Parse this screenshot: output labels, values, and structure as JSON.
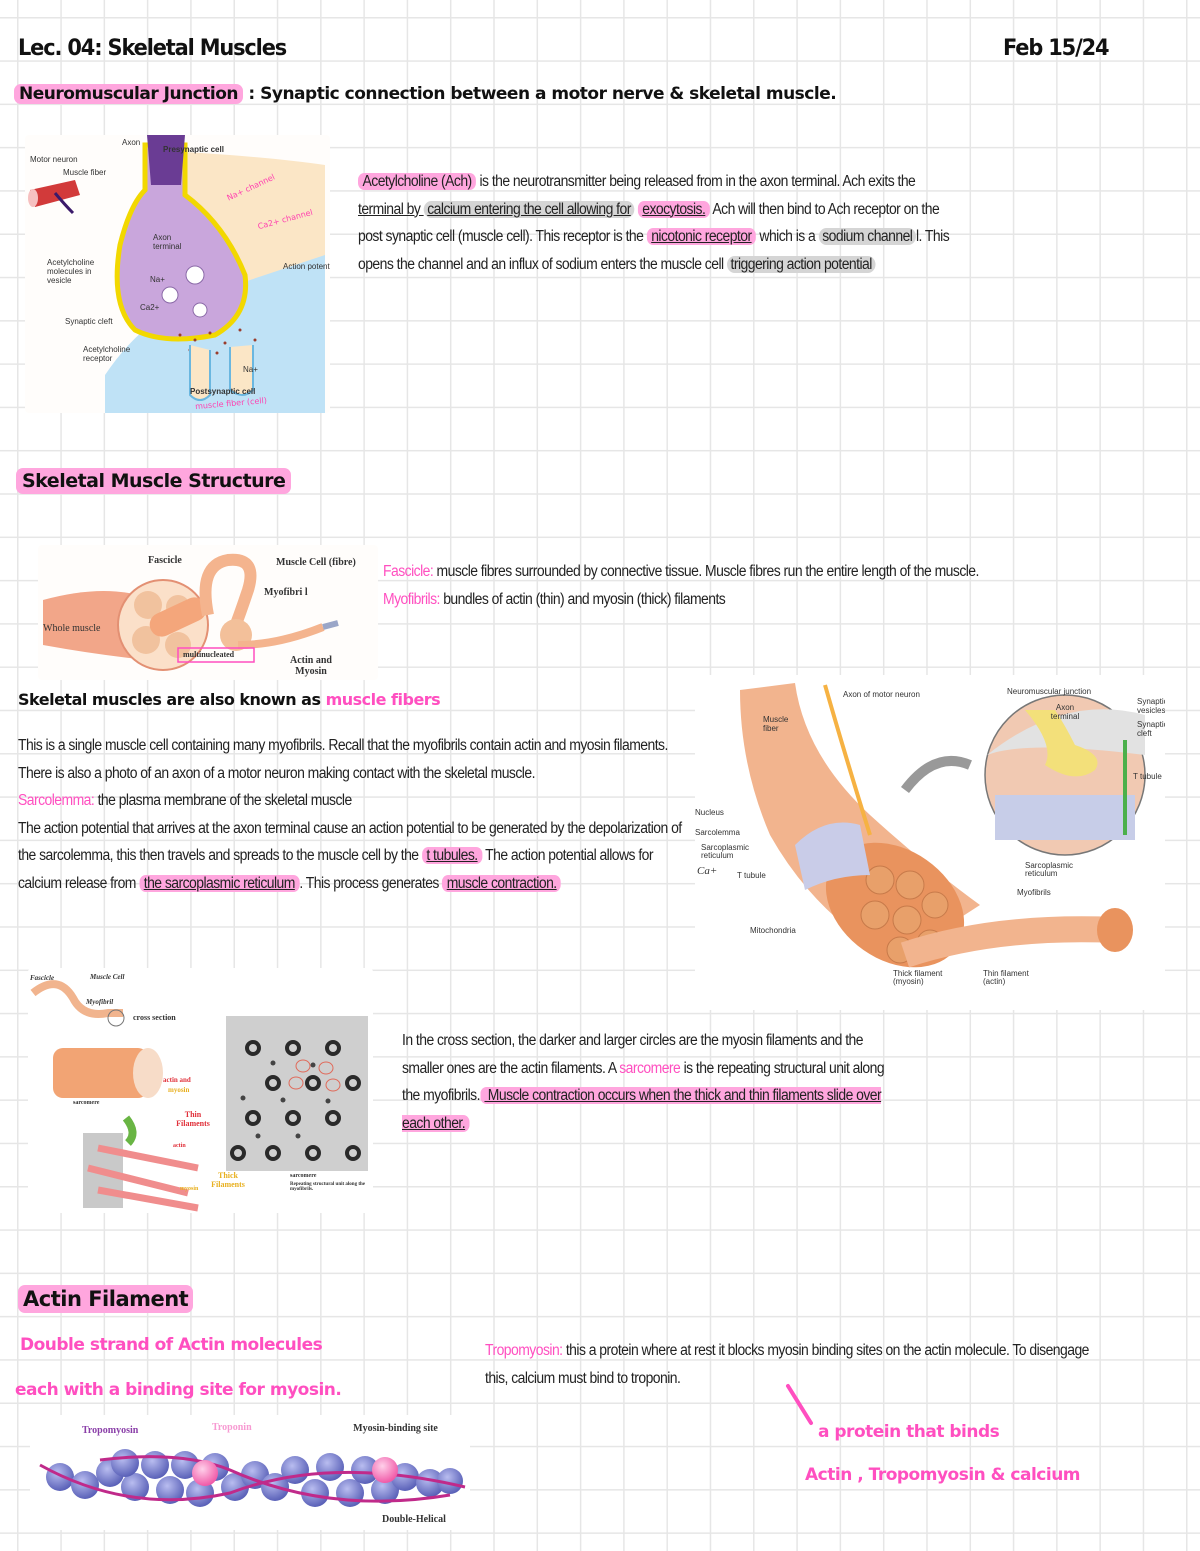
{
  "header": {
    "title": "Lec. 04: Skeletal Muscles",
    "date": "Feb 15/24"
  },
  "nmj": {
    "term": "Neuromuscular Junction",
    "definition": ": Synaptic connection between a motor nerve & skeletal muscle.",
    "paragraph": {
      "term": "Acetylcholine (Ach)",
      "t1": " is the neurotransmitter being released from in the axon terminal. Ach exits the ",
      "u1": "terminal by ",
      "grey1": "calcium entering the cell allowing for",
      "hl1": "exocytosis.",
      "t2": " Ach will then bind to Ach receptor on the post synaptic cell (muscle cell). This receptor is the ",
      "hl2": "nicotonic receptor",
      "t3": " which is a ",
      "grey2": "sodium channel",
      "t4": "l. This opens the channel and an influx of sodium enters the muscle cell ",
      "grey3": "triggering action potential"
    },
    "figure": {
      "labels": {
        "axon": "Axon",
        "presynaptic": "Presynaptic cell",
        "motor_neuron": "Motor neuron",
        "muscle_fiber": "Muscle fiber",
        "axon_terminal": "Axon terminal",
        "ach_vesicle": "Acetylcholine molecules in vesicle",
        "na": "Na+",
        "ca": "Ca2+",
        "synaptic_cleft": "Synaptic cleft",
        "ach_receptor": "Acetylcholine receptor",
        "action_potential": "Action potential",
        "na2": "Na+",
        "postsynaptic": "Postsynaptic cell",
        "note_na": "Na+ channel",
        "note_ca": "Ca2+ channel",
        "note_muscle": "muscle fiber (cell)"
      }
    }
  },
  "structure": {
    "heading": "Skeletal Muscle Structure",
    "fascicle_term": "Fascicle:",
    "fascicle_def": " muscle fibres surrounded by connective tissue. Muscle fibres run the entire length of the muscle.",
    "myofibril_term": "Myofibrils:",
    "myofibril_def": " bundles of actin (thin) and myosin (thick) filaments",
    "figure": {
      "fascicle": "Fascicle",
      "muscle_cell": "Muscle Cell (fibre)",
      "myofibril": "Myofibri l",
      "whole_muscle": "Whole muscle",
      "multinucleated": "multinucleated",
      "actin_myosin": "Actin and Myosin"
    }
  },
  "fibers": {
    "heading_a": "Skeletal muscles are also known as",
    "heading_b": "muscle fibers",
    "p1": "This is a single muscle cell containing many myofibrils. Recall that the myofibrils contain actin and myosin filaments. There is also a photo of an axon of a motor neuron making contact with the skeletal muscle.",
    "sarco_term": "Sarcolemma:",
    "sarco_def": " the plasma membrane of the skeletal muscle",
    "p2_a": "The action potential that arrives at the axon terminal cause an action potential to be generated by the depolarization of the sarcolemma, this then travels and spreads to the muscle cell by the ",
    "p2_hl1": "t tubules.",
    "p2_b": " The action potential allows for calcium release from ",
    "p2_hl2": "the sarcoplasmic reticulum",
    "p2_c": ". This process generates ",
    "p2_hl3": "muscle contraction.",
    "figure": {
      "axon_motor": "Axon of motor neuron",
      "muscle_fiber": "Muscle fiber",
      "nmj": "Neuromuscular junction",
      "axon_terminal": "Axon terminal",
      "synaptic_vesicles": "Synaptic vesicles",
      "synaptic_cleft": "Synaptic cleft",
      "t_tubule_r": "T tubule",
      "nucleus": "Nucleus",
      "sarcolemma": "Sarcolemma",
      "sr": "Sarcoplasmic reticulum",
      "sr2": "Sarcoplasmic reticulum",
      "t_tubule_l": "T tubule",
      "ca": "Ca+",
      "myofibrils": "Myofibrils",
      "mitochondria": "Mitochondria",
      "thick": "Thick filament (myosin)",
      "thin": "Thin filament (actin)"
    }
  },
  "cross": {
    "p_a": "In the cross section, the darker and larger circles are the myosin filaments and the smaller ones are the actin filaments. A ",
    "sarcomere": "sarcomere",
    "p_b": " is the repeating structural unit along the myofibrils.",
    "p_hl": " Muscle contraction occurs when the thick and thin filaments slide over each other.",
    "figure": {
      "fascicle": "Fascicle",
      "muscle_cell": "Muscle Cell",
      "myofibril": "Myofibril",
      "cross_section": "cross section",
      "actin_and": "actin and",
      "myosin": "myosin",
      "sarcomere": "sarcomere",
      "thin": "Thin Filaments",
      "actin": "actin",
      "myosin2": "myosin",
      "thick": "Thick Filaments",
      "sarc_lbl": "sarcomere",
      "sarc_desc": "Repeating structural unit along the myofibrils."
    }
  },
  "actin": {
    "heading": "Actin Filament",
    "line1": "Double strand of Actin molecules",
    "line2": "each with a binding site for myosin.",
    "tropo_term": "Tropomyosin:",
    "tropo_def": " this a protein where at rest it blocks myosin binding sites on the actin molecule. To disengage this, calcium must bind to troponin.",
    "note1": "a protein that binds",
    "note2": "Actin , Tropomyosin & calcium",
    "figure": {
      "tropomyosin": "Tropomyosin",
      "troponin": "Troponin",
      "binding_site": "Myosin-binding site",
      "double_helical": "Double-Helical"
    }
  },
  "colors": {
    "highlight_pink": "#ffa6de",
    "ink_pink": "#ff4fc0",
    "highlight_grey": "#d5d5d5",
    "grid": "#e6e6e6"
  }
}
